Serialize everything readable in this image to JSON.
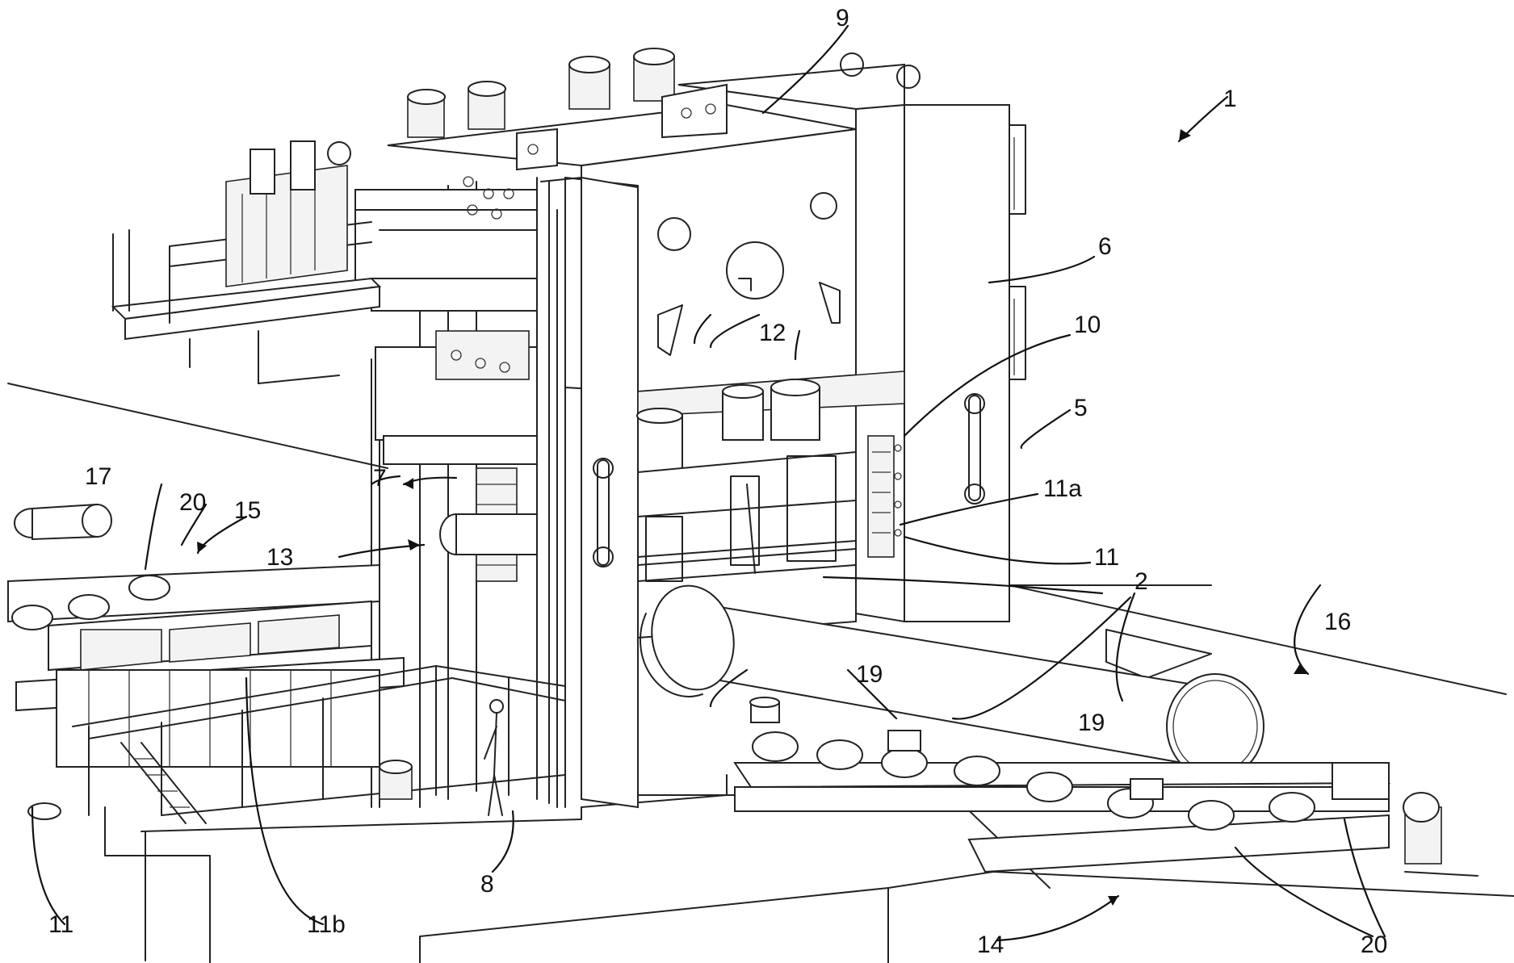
{
  "labels": {
    "ref_1": "1",
    "ref_2": "2",
    "ref_5": "5",
    "ref_6": "6",
    "ref_7": "7",
    "ref_8": "8",
    "ref_9": "9",
    "ref_10": "10",
    "ref_11_center": "11",
    "ref_11_left": "11",
    "ref_11a": "11a",
    "ref_11b": "11b",
    "ref_12": "12",
    "ref_13": "13",
    "ref_14": "14",
    "ref_15": "15",
    "ref_16": "16",
    "ref_17": "17",
    "ref_19_left": "19",
    "ref_19_right": "19",
    "ref_20_left": "20",
    "ref_20_right": "20"
  }
}
